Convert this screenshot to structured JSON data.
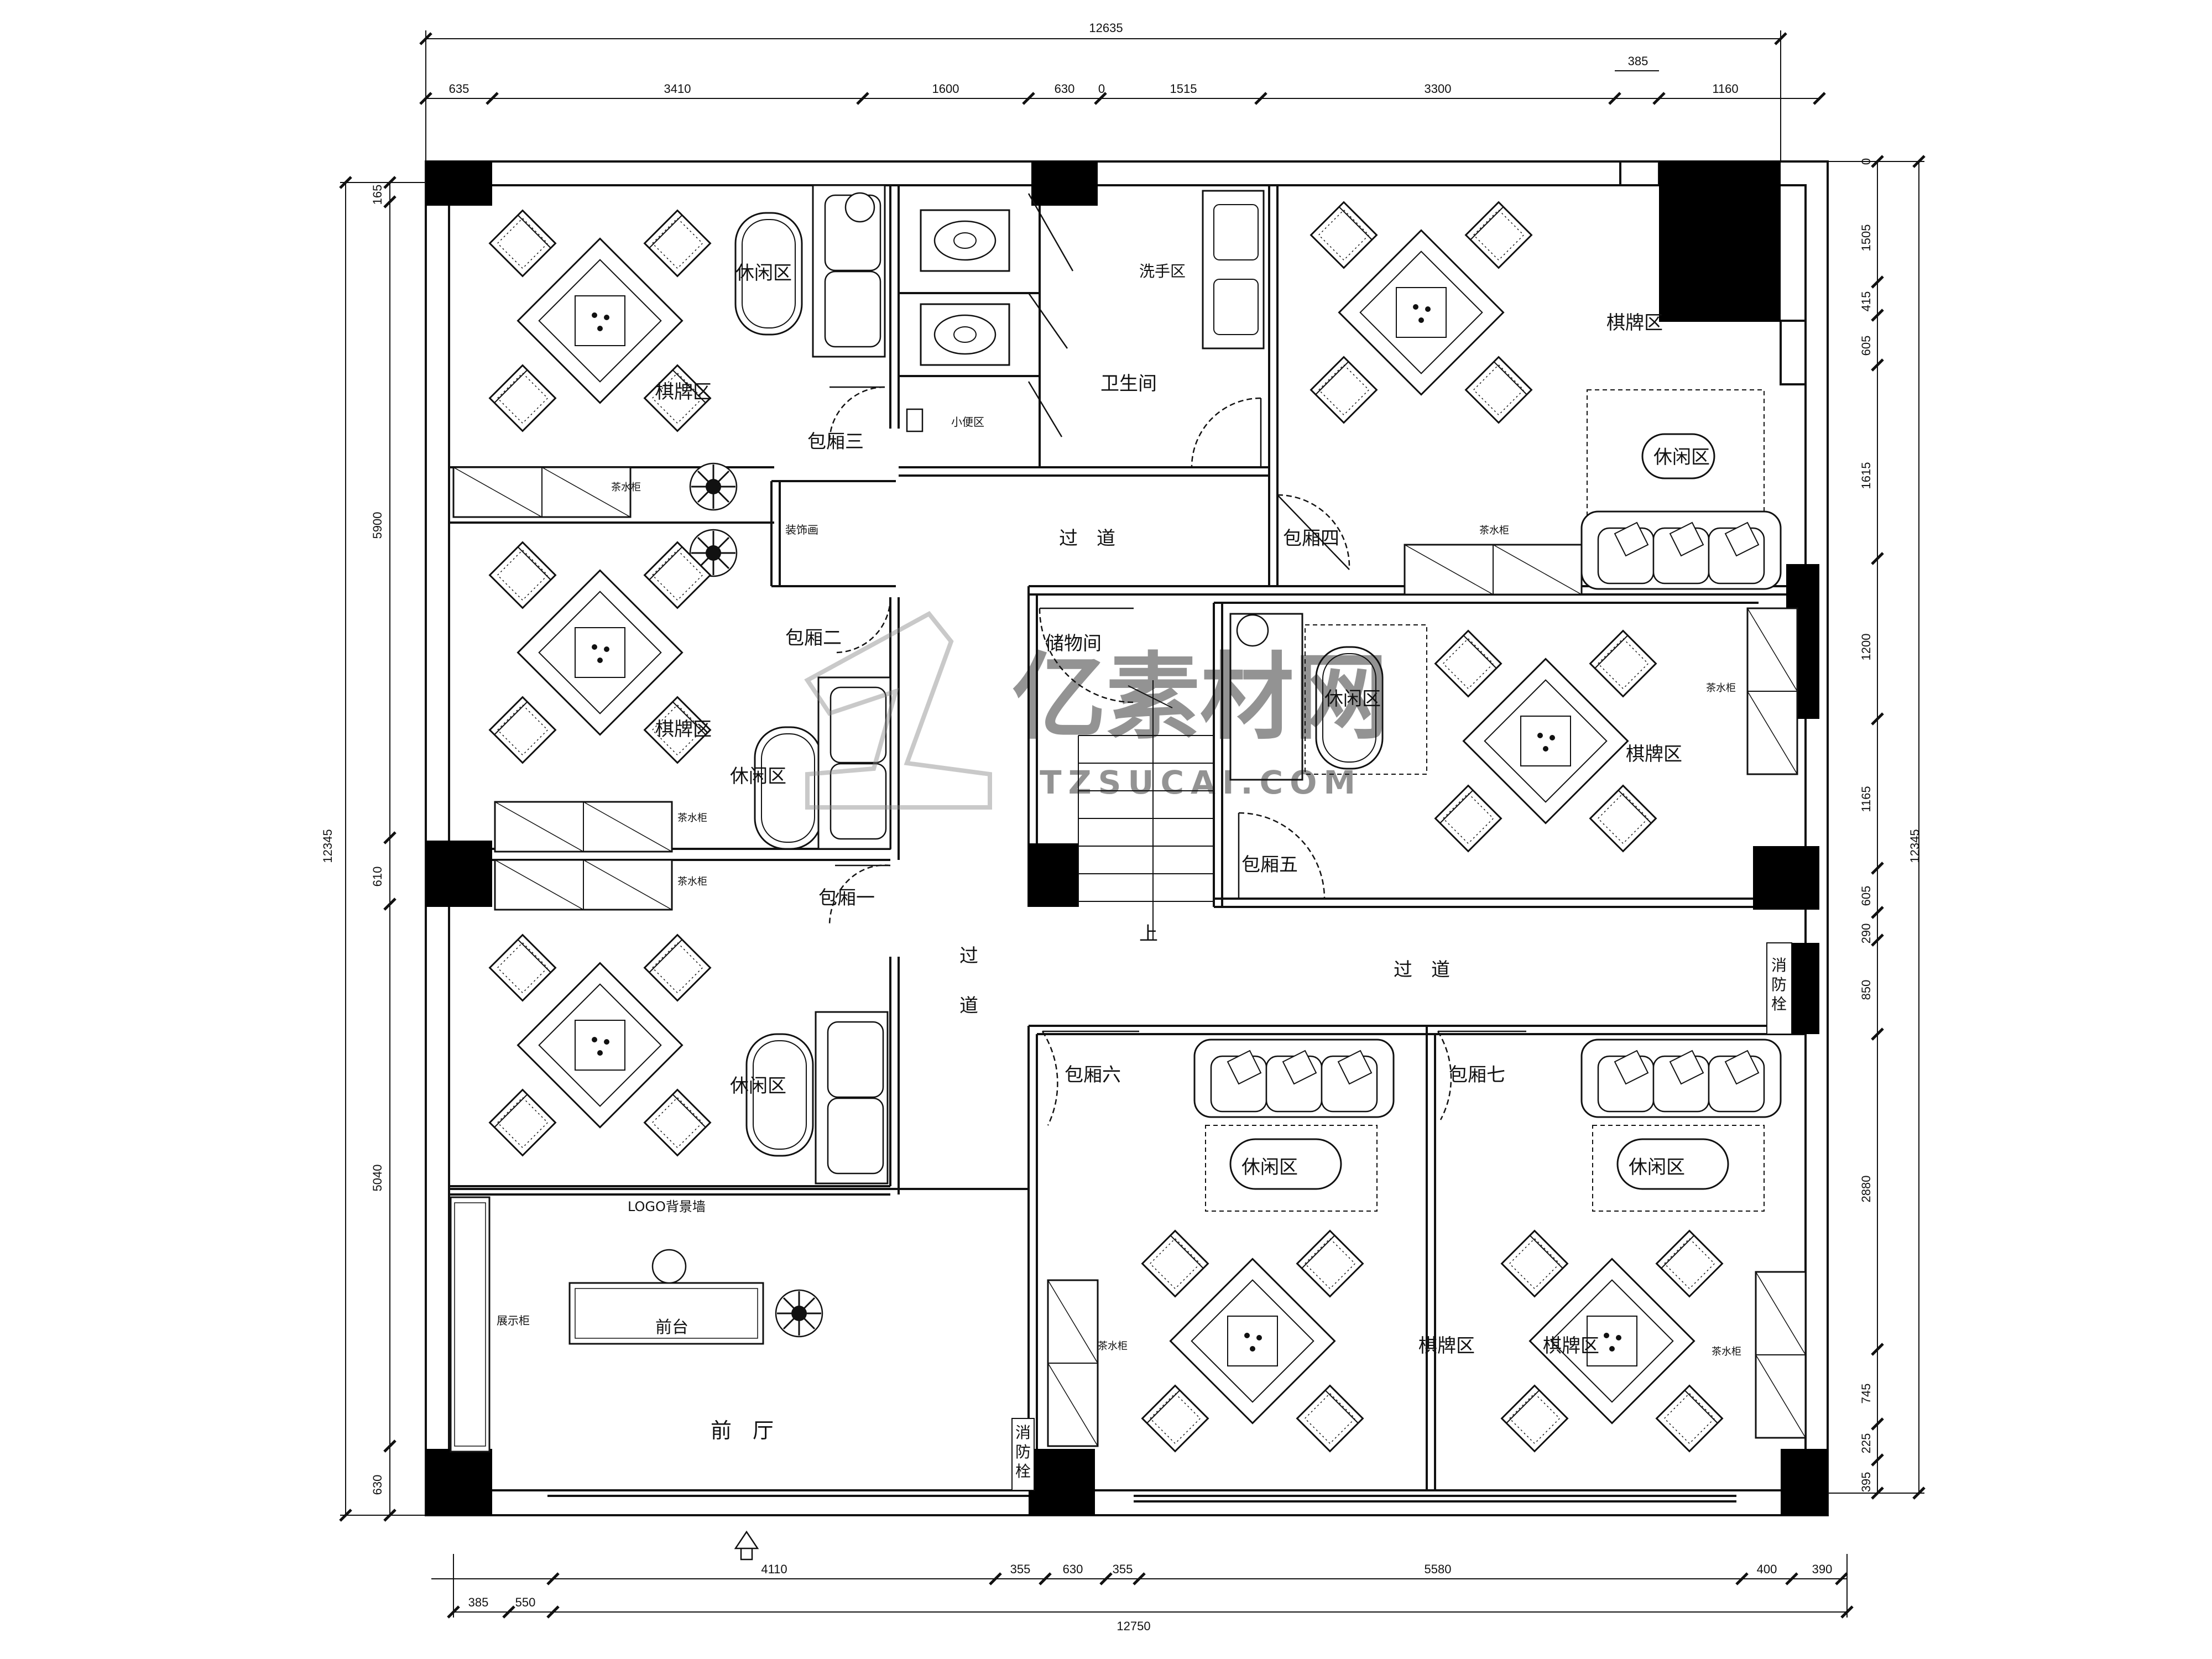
{
  "dimensions": {
    "top_total": "12635",
    "top_segments": [
      "635",
      "3410",
      "1600",
      "630",
      "0",
      "1515",
      "3300",
      "385",
      "1160"
    ],
    "bottom_total": "12750",
    "bottom_segments": [
      "385",
      "550",
      "4110",
      "355",
      "630",
      "355",
      "5580",
      "400",
      "390"
    ],
    "left_total": "12345",
    "left_segments": [
      "165",
      "5900",
      "610",
      "5040",
      "630"
    ],
    "right_total": "12345",
    "right_segments": [
      "0",
      "1505",
      "415",
      "605",
      "1615",
      "1200",
      "1165",
      "605",
      "290",
      "850",
      "2880",
      "745",
      "225",
      "395"
    ]
  },
  "rooms": {
    "leisure": "休闲区",
    "cards": "棋牌区",
    "box1": "包厢一",
    "box2": "包厢二",
    "box3": "包厢三",
    "box4": "包厢四",
    "box5": "包厢五",
    "box6": "包厢六",
    "box7": "包厢七",
    "restroom": "卫生间",
    "washing": "洗手区",
    "urinal": "小便区",
    "storage": "储物间",
    "corridor": "过　道",
    "corridor_v1": "过",
    "corridor_v2": "道",
    "lobby": "前　厅",
    "front_desk": "前台",
    "logo_wall": "LOGO背景墙",
    "display_cabinet": "展示柜",
    "tea_cabinet": "茶水柜",
    "deco": "装饰画",
    "stairs_up": "上",
    "hydrant": [
      "消",
      "防",
      "栓"
    ]
  },
  "watermark": {
    "text": "亿素材网",
    "url": "TZSUCAI.COM"
  }
}
